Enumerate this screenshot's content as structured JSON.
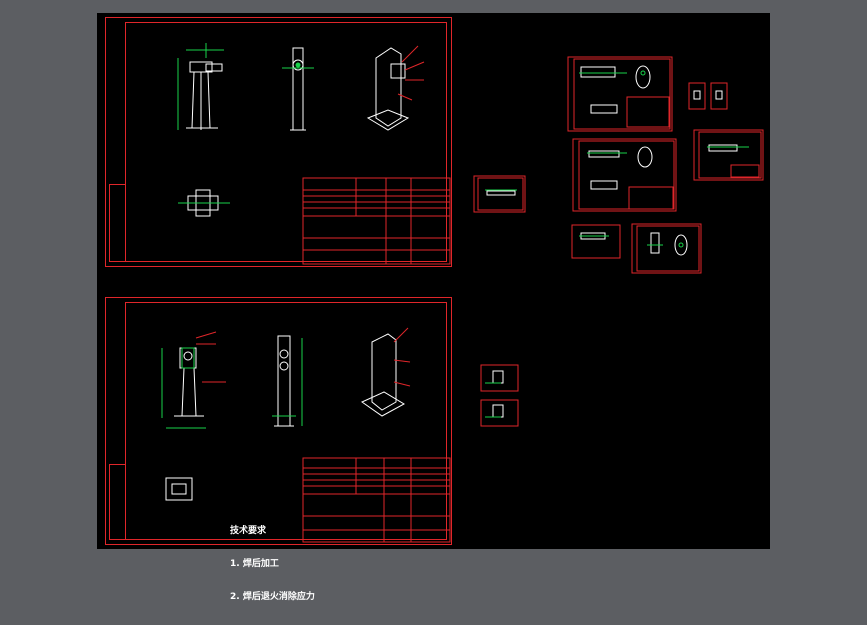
{
  "colors": {
    "background": "#000000",
    "frame": "#e0262a",
    "part": "#ffffff",
    "dimension": "#19d24a",
    "leader": "#e0262a"
  },
  "sheet_top": {
    "title_block": {
      "name": "",
      "code": ""
    }
  },
  "sheet_bottom": {
    "notes": {
      "heading": "技术要求",
      "line1": "1. 焊后加工",
      "line2": "2. 焊后退火消除应力"
    },
    "title_block": {
      "name": "",
      "material": ""
    }
  }
}
